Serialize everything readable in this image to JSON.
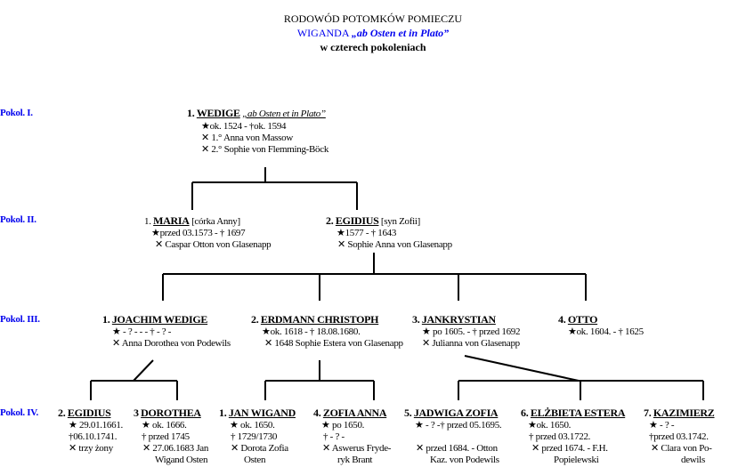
{
  "title": {
    "line1": "RODOWÓD POTOMKÓW POMIECZU",
    "line2_name": "WIGANDA",
    "line2_epithet": "„ab Osten et in Plato”",
    "line3": "w czterech pokoleniach"
  },
  "generations": [
    "Pokol. I.",
    "Pokol. II.",
    "Pokol. III.",
    "Pokol. IV."
  ],
  "symbols": {
    "birth": "★",
    "death": "†",
    "marriage": "✕"
  },
  "people": {
    "wedige": {
      "num": "1.",
      "name": "WEDIGE",
      "epithet": "„ab Osten et in Plato”",
      "l1": "ok. 1524  -  †ok. 1594",
      "l2": "1.° Anna von Massow",
      "l3": "2.° Sophie von Flemming-Böck"
    },
    "maria": {
      "num": "1.",
      "name": "MARIA",
      "note": "[córka Anny]",
      "l1": "przed  03.1573 - † 1697",
      "l2": "Caspar Otton von Glasenapp"
    },
    "egidius1": {
      "num": "2.",
      "name": "EGIDIUS",
      "note": "[syn Zofii]",
      "l1": "1577 - † 1643",
      "l2": "Sophie Anna von Glasenapp"
    },
    "joachim": {
      "num": "1.",
      "name": "JOACHIM WEDIGE",
      "l1": " - ? -      -   - † - ? -",
      "l2": "Anna Dorothea von Podewils"
    },
    "erdmann": {
      "num": "2.",
      "name": "ERDMANN CHRISTOPH",
      "l1": "ok. 1618   - † 18.08.1680.",
      "l2": "1648 Sophie Estera von Glasenapp"
    },
    "jankrystian": {
      "num": "3.",
      "name": "JANKRYSTIAN",
      "l1": "  po 1605. - † przed 1692",
      "l2": "Julianna von Glasenapp"
    },
    "otto": {
      "num": "4.",
      "name": "OTTO",
      "l1": "ok. 1604. - † 1625"
    },
    "egidius2": {
      "num": "2.",
      "name": "EGIDIUS",
      "l1": "29.01.1661.",
      "l2": "06.10.1741.",
      "l3": "trzy żony"
    },
    "dorothea": {
      "num": "3",
      "name": "DOROTHEA",
      "l1": "ok. 1666.",
      "l2": "przed 1745",
      "l3": "27.06.1683 Jan",
      "l4": "Wigand Osten"
    },
    "janwigand": {
      "num": "1.",
      "name": "JAN WIGAND",
      "l1": "ok. 1650.",
      "l2": "1729/1730",
      "l3": "Dorota Zofia",
      "l4": "Osten"
    },
    "zofia": {
      "num": "4.",
      "name": "ZOFIA ANNA",
      "l1": "po 1650.",
      "l2": " - ? -",
      "l3": "Aswerus Fryde-",
      "l4": "ryk Brant"
    },
    "jadwiga": {
      "num": "5.",
      "name": "JADWIGA ZOFIA",
      "l1": " - ? -† przed 05.1695.",
      "l3": "przed 1684. - Otton",
      "l4": "Kaz. von Podewils"
    },
    "elzbieta": {
      "num": "6.",
      "name": "ELŻBIETA ESTERA",
      "l1": "ok. 1650.",
      "l2": "  przed  03.1722.",
      "l3": "przed 1674. - F.H.",
      "l4": "Popielewski"
    },
    "kazimierz": {
      "num": "7.",
      "name": "KAZIMIERZ",
      "l1": " - ? -",
      "l2": "przed  03.1742.",
      "l3": "Clara  von  Po-",
      "l4": "dewils"
    }
  }
}
